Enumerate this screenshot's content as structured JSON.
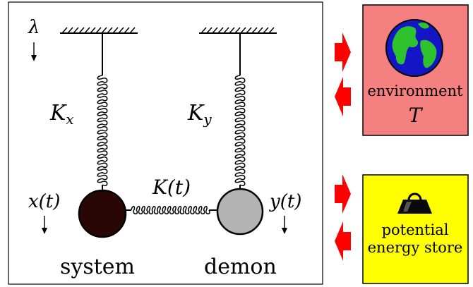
{
  "labels": {
    "lambda": "λ",
    "kx_main": "K",
    "kx_sub": "x",
    "ky_main": "K",
    "ky_sub": "y",
    "kt": "K(t)",
    "xt": "x(t)",
    "yt": "y(t)",
    "system": "system",
    "demon": "demon",
    "environment": "environment",
    "temperature": "T",
    "potential_line1": "potential",
    "potential_line2": "energy store"
  },
  "colors": {
    "system_ball": "#2a0707",
    "demon_ball": "#b3b3b3",
    "environment_box": "#f58080",
    "energy_box": "#ffff00",
    "arrows": "#ff0000"
  },
  "icons": {
    "environment": "globe-icon",
    "energy_store": "weight-icon"
  }
}
